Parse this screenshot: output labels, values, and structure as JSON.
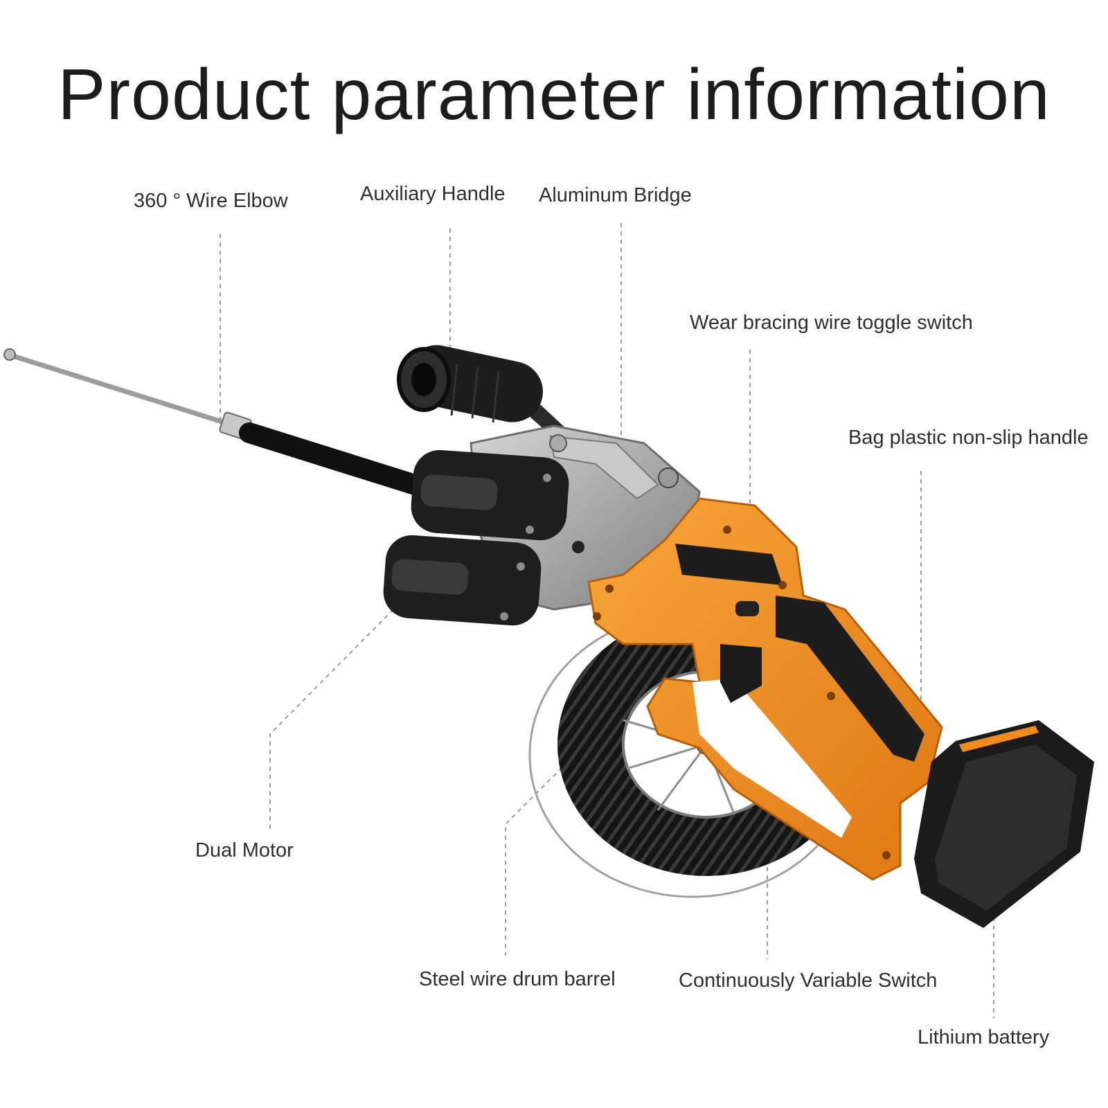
{
  "title": "Product parameter information",
  "labels": {
    "wire_elbow": "360 ° Wire Elbow",
    "auxiliary_handle": "Auxiliary Handle",
    "aluminum_bridge": "Aluminum Bridge",
    "toggle_switch": "Wear bracing wire toggle switch",
    "non_slip_handle": "Bag plastic non-slip handle",
    "dual_motor": "Dual Motor",
    "drum_barrel": "Steel wire drum barrel",
    "variable_switch": "Continuously Variable Switch",
    "lithium_battery": "Lithium battery"
  },
  "colors": {
    "body_orange": "#f08c1e",
    "motor_black": "#1e1e1e",
    "aluminum": "#b9b9b9",
    "leader_line": "#9a9a9a"
  }
}
